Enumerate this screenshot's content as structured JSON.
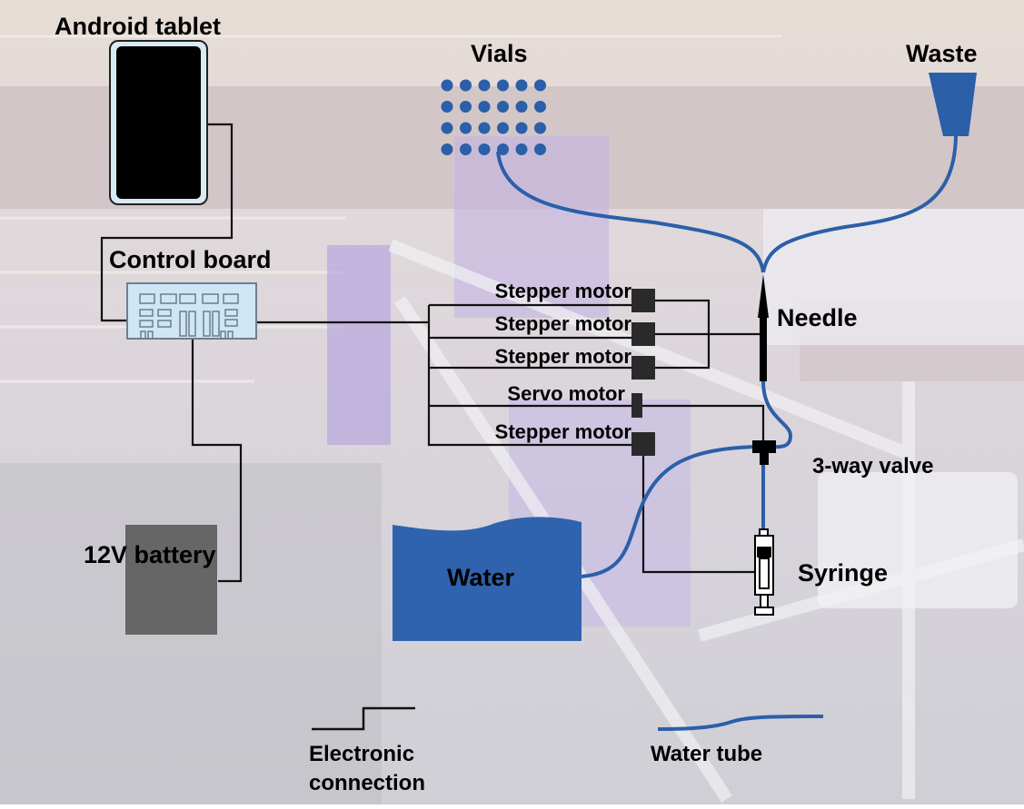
{
  "title": "Automated sampler hardware schematic",
  "colors": {
    "tube": "#2b5fa8",
    "water": "#2f63ad",
    "battery": "#666666",
    "board_fill": "#cfe6f5",
    "board_stroke": "#6b7f8f",
    "wire": "#111111",
    "motor": "#2a2a2a"
  },
  "labels": {
    "android_tablet": "Android tablet",
    "control_board": "Control board",
    "vials": "Vials",
    "waste": "Waste",
    "needle": "Needle",
    "three_way_valve": "3-way valve",
    "syringe": "Syringe",
    "water": "Water",
    "battery": "12V battery"
  },
  "motors": [
    {
      "label": "Stepper motor",
      "type": "stepper"
    },
    {
      "label": "Stepper motor",
      "type": "stepper"
    },
    {
      "label": "Stepper motor",
      "type": "stepper"
    },
    {
      "label": "Servo motor",
      "type": "servo"
    },
    {
      "label": "Stepper motor",
      "type": "stepper"
    }
  ],
  "vials": {
    "rows": 4,
    "cols": 6
  },
  "legend": {
    "electronic_line1": "Electronic",
    "electronic_line2": "connection",
    "water_tube": "Water tube"
  }
}
